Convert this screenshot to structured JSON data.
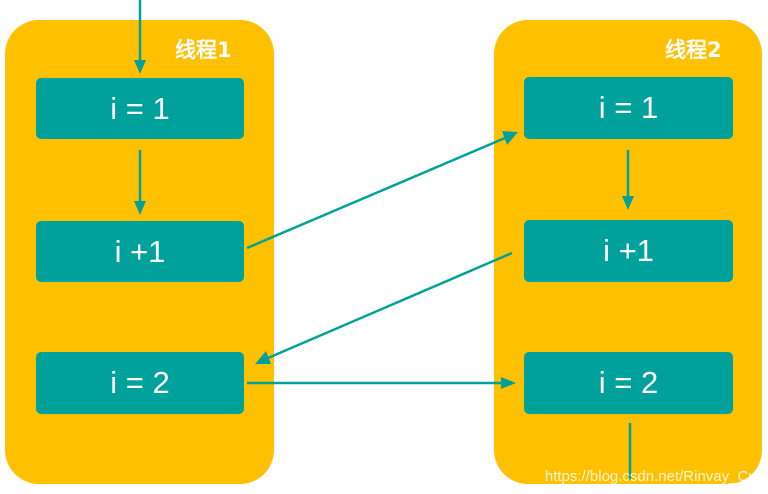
{
  "threads": [
    {
      "title": "线程1",
      "steps": [
        "i = 1",
        "i +1",
        "i = 2"
      ]
    },
    {
      "title": "线程2",
      "steps": [
        "i = 1",
        "i +1",
        "i = 2"
      ]
    }
  ],
  "colors": {
    "thread_fill": "#FFC000",
    "step_fill": "#00A19A",
    "arrow": "#00A19A",
    "text": "#ffffff"
  },
  "watermark": "https://blog.csdn.net/Rinvay_Cui"
}
